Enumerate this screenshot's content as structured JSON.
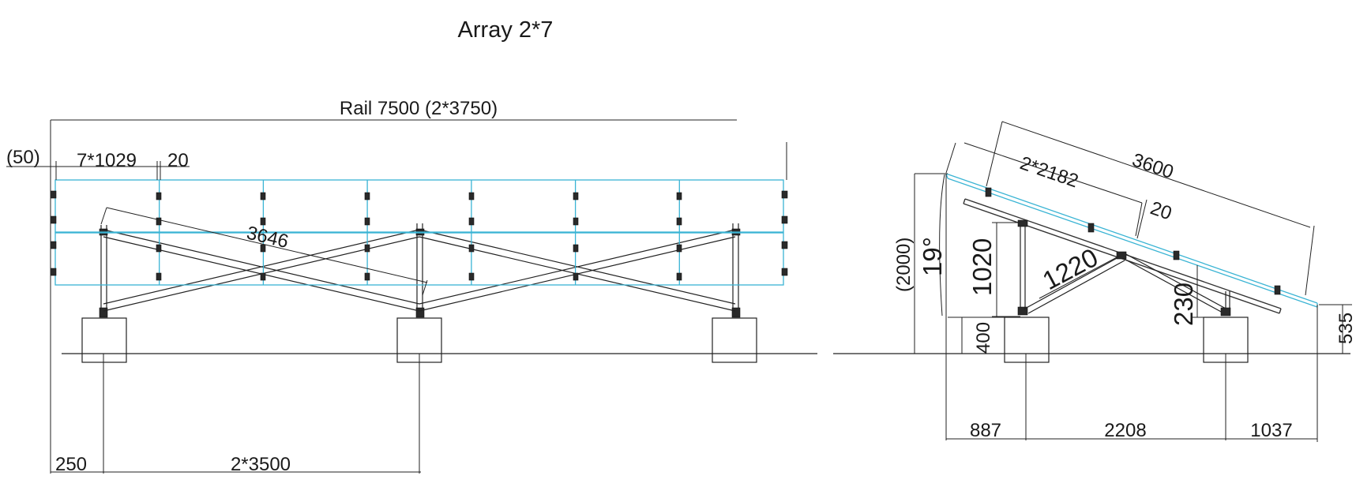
{
  "title": "Array 2*7",
  "front_view": {
    "rail_label": "Rail  7500 (2*3750)",
    "overhang_label": "(50)",
    "module_width_label": "7*1029",
    "gap_label": "20",
    "brace_label": "3646",
    "edge_label": "250",
    "span_label": "2*3500"
  },
  "side_view": {
    "module_length_label": "2*2182",
    "rail_length_label": "3600",
    "offset_label": "20",
    "height_label": "(2000)",
    "angle_label": "19°",
    "front_leg_label": "1020",
    "strut_label": "1220",
    "rear_clearance_label": "230",
    "ballast_label": "400",
    "edge_height_label": "535",
    "front_overhang_label": "887",
    "leg_spacing_label": "2208",
    "rear_overhang_label": "1037"
  },
  "colors": {
    "line": "#222222",
    "panel_outline": "#3ab4d4"
  }
}
